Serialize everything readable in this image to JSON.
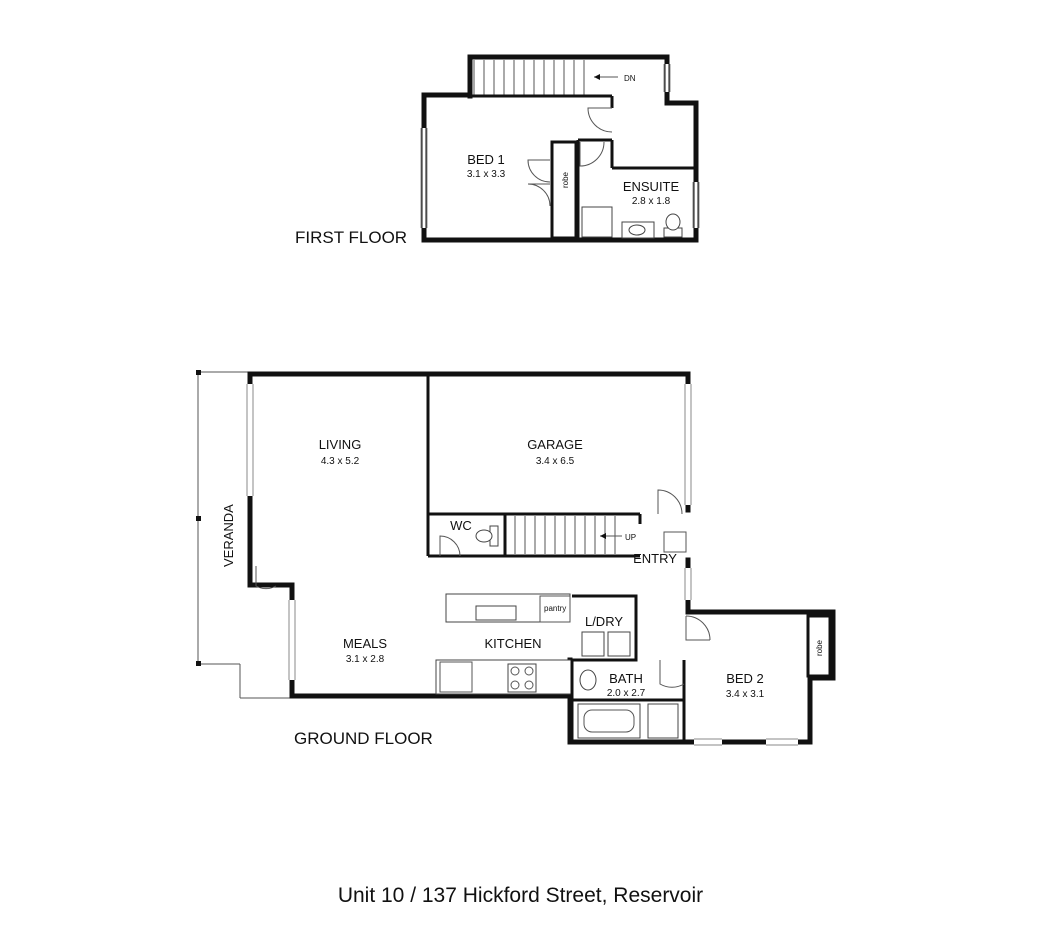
{
  "first_floor": {
    "label": "FIRST FLOOR",
    "stair_label": "DN",
    "rooms": [
      {
        "name": "BED 1",
        "dims": "3.1 x 3.3"
      },
      {
        "name": "ENSUITE",
        "dims": "2.8 x 1.8"
      }
    ],
    "robe_label": "robe"
  },
  "ground_floor": {
    "label": "GROUND FLOOR",
    "stair_label": "UP",
    "rooms": [
      {
        "name": "LIVING",
        "dims": "4.3 x 5.2"
      },
      {
        "name": "GARAGE",
        "dims": "3.4 x 6.5"
      },
      {
        "name": "MEALS",
        "dims": "3.1 x 2.8"
      },
      {
        "name": "KITCHEN"
      },
      {
        "name": "L/DRY"
      },
      {
        "name": "BATH",
        "dims": "2.0 x 2.7"
      },
      {
        "name": "BED 2",
        "dims": "3.4 x 3.1"
      },
      {
        "name": "WC"
      },
      {
        "name": "ENTRY"
      },
      {
        "name": "VERANDA"
      }
    ],
    "pantry_label": "pantry",
    "robe_label": "robe"
  },
  "address": "Unit 10 / 137 Hickford Street, Reservoir"
}
